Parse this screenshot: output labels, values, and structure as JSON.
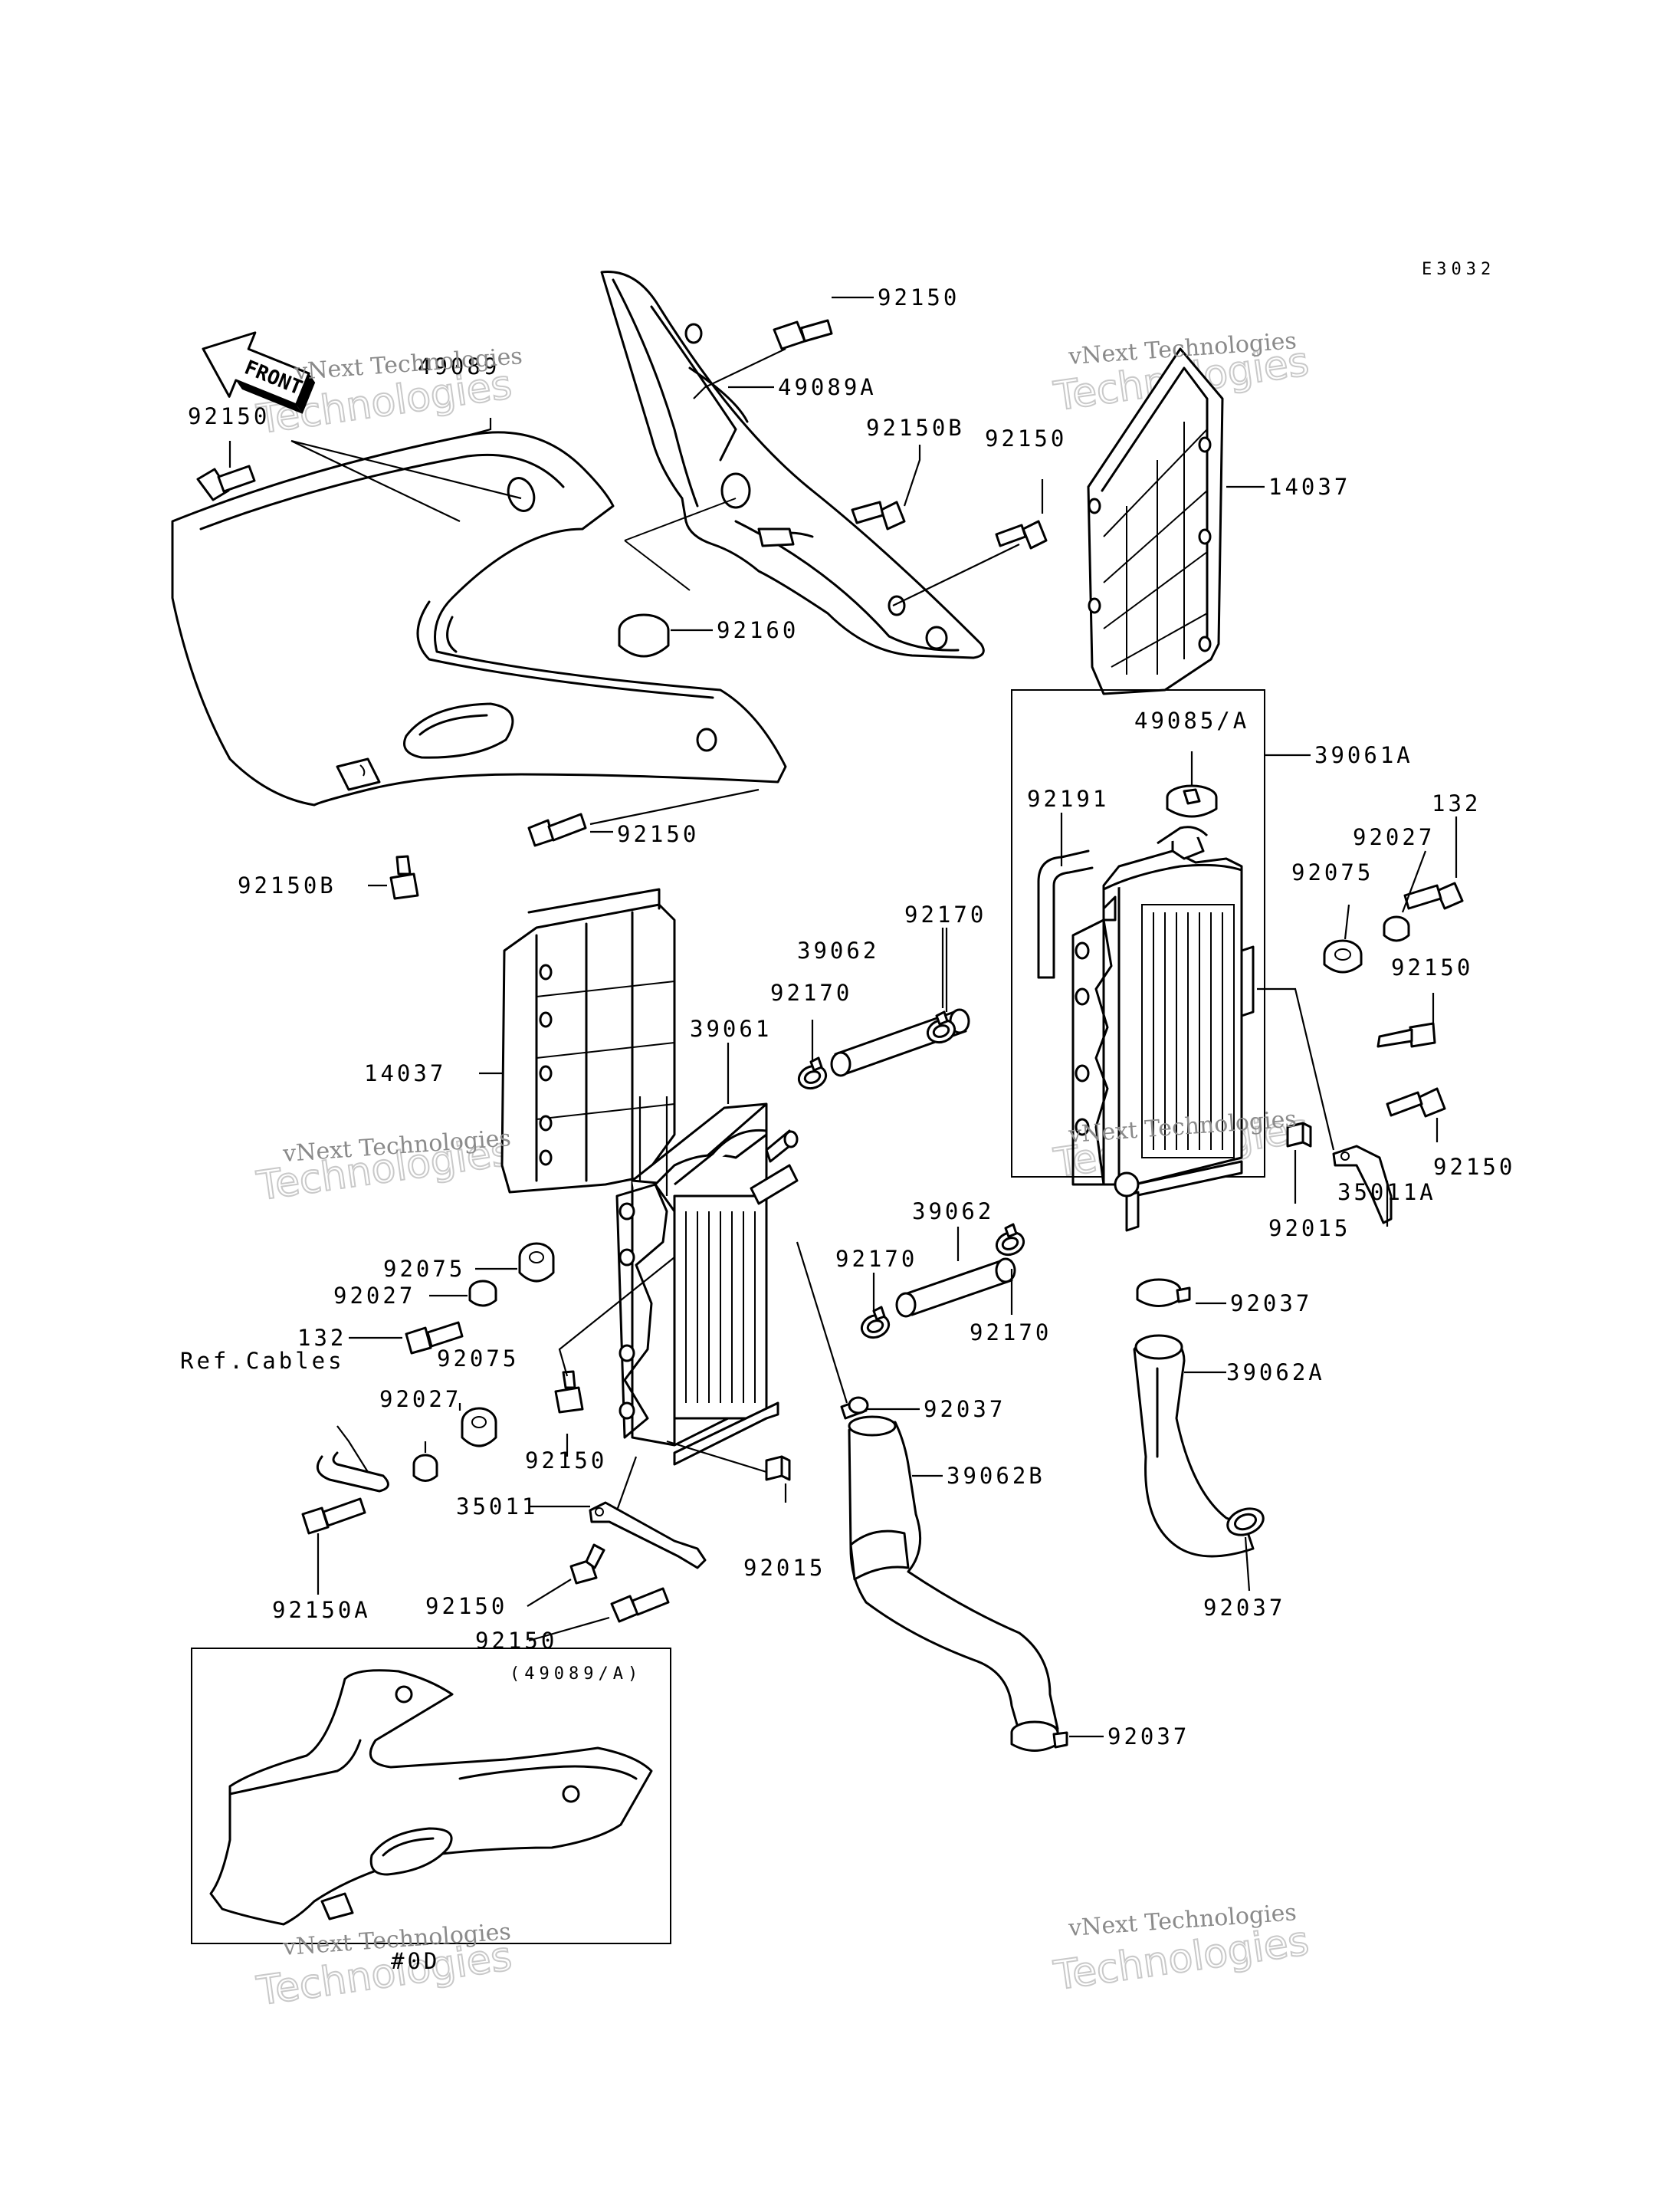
{
  "diagram": {
    "code": "E3032",
    "front_label": "FRONT",
    "watermark": {
      "line1": "vNext Technologies",
      "line2": "Technologies"
    },
    "inset": {
      "title": "(49089/A)",
      "note": "#0D"
    },
    "labels": {
      "l_92150_top": "92150",
      "l_49089A": "49089A",
      "l_49089": "49089",
      "l_92150_left": "92150",
      "l_92150B_top": "92150B",
      "l_92150_mid": "92150",
      "l_14037_right": "14037",
      "l_92160": "92160",
      "l_39061A": "39061A",
      "l_49085A": "49085/A",
      "l_92191": "92191",
      "l_132_right": "132",
      "l_92027_right": "92027",
      "l_92075_right": "92075",
      "l_92150_shroud": "92150",
      "l_92150B_left": "92150B",
      "l_92170_a": "92170",
      "l_39062_a": "39062",
      "l_92170_b": "92170",
      "l_39061": "39061",
      "l_92150_r1": "92150",
      "l_14037_left": "14037",
      "l_92150_r2": "92150",
      "l_35011A": "35011A",
      "l_92015_right": "92015",
      "l_39062_b": "39062",
      "l_92170_c": "92170",
      "l_92075_left": "92075",
      "l_92170_d": "92170",
      "l_92037_r": "92037",
      "l_92027_left": "92027",
      "l_132_left": "132",
      "l_39062A": "39062A",
      "l_92075_left2": "92075",
      "l_ref_cables": "Ref.Cables",
      "l_92027_left2": "92027",
      "l_92037_mid": "92037",
      "l_92150_low": "92150",
      "l_39062B": "39062B",
      "l_35011": "35011",
      "l_92015_left": "92015",
      "l_92150A": "92150A",
      "l_92150_b1": "92150",
      "l_92150_b2": "92150",
      "l_92037_rlow": "92037",
      "l_92037_bottom": "92037"
    }
  }
}
